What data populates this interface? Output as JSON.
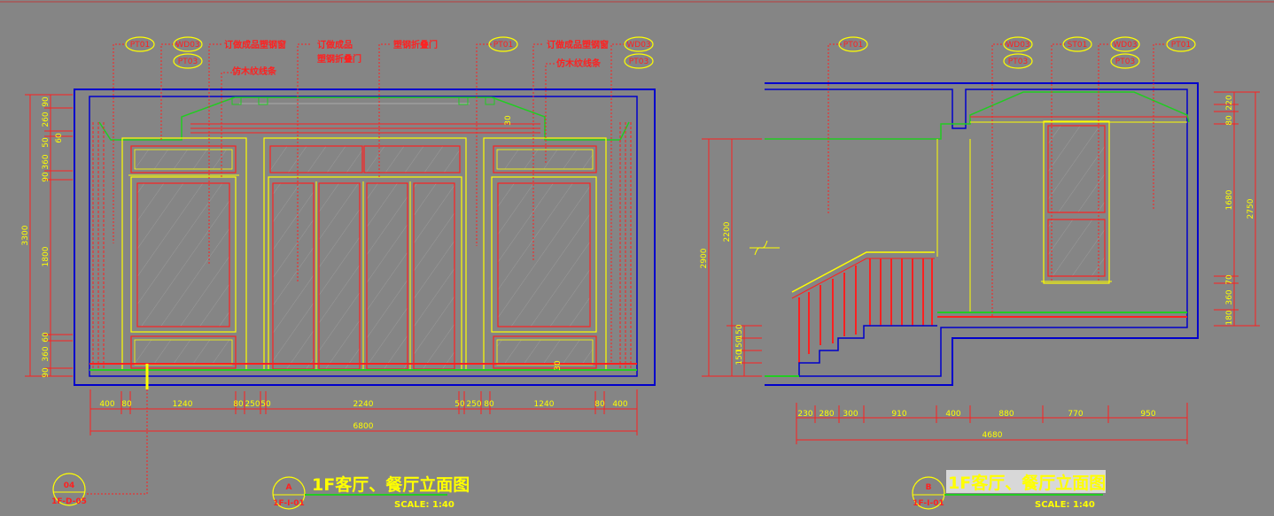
{
  "colors": {
    "background": "#858585",
    "outline": "#0000cc",
    "frame": "#ffff00",
    "detail": "#ff2020",
    "floor": "#22cc22"
  },
  "elevation_a": {
    "tags": [
      "PT01",
      "WD03",
      "PT03",
      "PT01",
      "WD03",
      "PT03"
    ],
    "notes": [
      "订做成品塑钢窗",
      "仿木纹线条",
      "订做成品",
      "塑钢折叠门",
      "塑钢折叠门",
      "订做成品塑钢窗",
      "仿木纹线条"
    ],
    "dims_bottom": [
      "400",
      "80",
      "1240",
      "80",
      "250",
      "50",
      "2240",
      "50",
      "250",
      "80",
      "1240",
      "80",
      "400"
    ],
    "total_width": "6800",
    "dims_left": [
      "90",
      "260",
      "50",
      "360",
      "90",
      "1800",
      "60",
      "360",
      "90"
    ],
    "total_height": "3300",
    "small_dims": [
      "60",
      "30",
      "30"
    ],
    "title": "1F客厅、餐厅立面图",
    "scale": "SCALE: 1:40",
    "marker_letter": "A",
    "marker_sheet": "1F-I-01",
    "ref_top": "04",
    "ref_bottom": "1F-D-05"
  },
  "elevation_b": {
    "tags": [
      "PT01",
      "WD03",
      "PT03",
      "ST01",
      "WD03",
      "PT03",
      "PT01"
    ],
    "dims_bottom": [
      "230",
      "280",
      "300",
      "910",
      "400",
      "880",
      "770",
      "950"
    ],
    "total_width": "4680",
    "dims_left": [
      "2200",
      "2900",
      "150",
      "150",
      "150"
    ],
    "dims_right": [
      "220",
      "80",
      "1680",
      "2750",
      "70",
      "360",
      "180"
    ],
    "title": "1F客厅、餐厅立面图",
    "scale": "SCALE: 1:40",
    "marker_letter": "B",
    "marker_sheet": "1F-I-01"
  }
}
